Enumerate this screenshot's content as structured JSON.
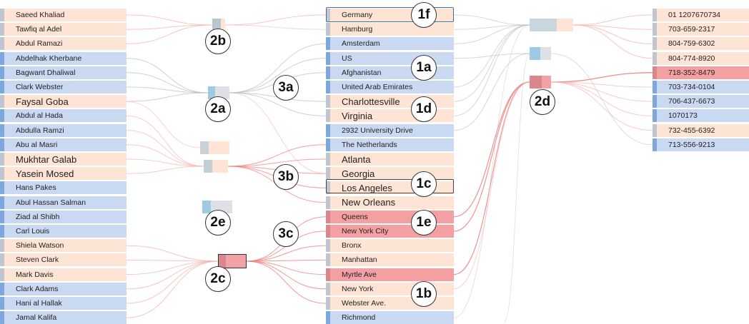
{
  "people": [
    {
      "name": "Saeed Khaliad",
      "color": "orange",
      "marker": "gray",
      "size": "s"
    },
    {
      "name": "Tawfiq al Adel",
      "color": "orange",
      "marker": "gray",
      "size": "s"
    },
    {
      "name": "Abdul Ramazi",
      "color": "orange",
      "marker": "gray",
      "size": "s"
    },
    {
      "name": "Abdelhak Kherbane",
      "color": "blue",
      "marker": "blue",
      "size": "s"
    },
    {
      "name": "Bagwant Dhaliwal",
      "color": "blue",
      "marker": "blue",
      "size": "s"
    },
    {
      "name": "Clark Webster",
      "color": "blue",
      "marker": "blue",
      "size": "s"
    },
    {
      "name": "Faysal Goba",
      "color": "orange",
      "marker": "gray",
      "size": "l"
    },
    {
      "name": "Abdul al Hada",
      "color": "blue",
      "marker": "blue",
      "size": "s"
    },
    {
      "name": "Abdulla Ramzi",
      "color": "blue",
      "marker": "blue",
      "size": "s"
    },
    {
      "name": "Abu al Masri",
      "color": "blue",
      "marker": "blue",
      "size": "s"
    },
    {
      "name": "Mukhtar Galab",
      "color": "orange",
      "marker": "gray",
      "size": "l"
    },
    {
      "name": "Yasein Mosed",
      "color": "orange",
      "marker": "gray",
      "size": "l"
    },
    {
      "name": "Hans Pakes",
      "color": "blue",
      "marker": "blue",
      "size": "s"
    },
    {
      "name": "Abul Hassan Salman",
      "color": "blue",
      "marker": "blue",
      "size": "s"
    },
    {
      "name": "Ziad al Shibh",
      "color": "blue",
      "marker": "blue",
      "size": "s"
    },
    {
      "name": "Carl Louis",
      "color": "blue",
      "marker": "blue",
      "size": "s"
    },
    {
      "name": "Shiela Watson",
      "color": "orange",
      "marker": "gray",
      "size": "s"
    },
    {
      "name": "Steven Clark",
      "color": "orange",
      "marker": "gray",
      "size": "s"
    },
    {
      "name": "Mark Davis",
      "color": "orange",
      "marker": "gray",
      "size": "s"
    },
    {
      "name": "Clark Adams",
      "color": "blue",
      "marker": "blue",
      "size": "s"
    },
    {
      "name": "Hani al Hallak",
      "color": "blue",
      "marker": "blue",
      "size": "s"
    },
    {
      "name": "Jamal Kalifa",
      "color": "blue",
      "marker": "blue",
      "size": "s"
    }
  ],
  "places": [
    {
      "name": "Germany",
      "color": "orange",
      "marker": "gray",
      "size": "s"
    },
    {
      "name": "Hamburg",
      "color": "orange",
      "marker": "gray",
      "size": "s"
    },
    {
      "name": "Amsterdam",
      "color": "blue",
      "marker": "blue",
      "size": "s"
    },
    {
      "name": "US",
      "color": "blue",
      "marker": "blue",
      "size": "s"
    },
    {
      "name": "Afghanistan",
      "color": "blue",
      "marker": "blue",
      "size": "s"
    },
    {
      "name": "United Arab Emirates",
      "color": "blue",
      "marker": "blue",
      "size": "s"
    },
    {
      "name": "Charlottesville",
      "color": "orange",
      "marker": "gray",
      "size": "l"
    },
    {
      "name": "Virginia",
      "color": "orange",
      "marker": "gray",
      "size": "l"
    },
    {
      "name": "2932 University Drive",
      "color": "blue",
      "marker": "blue",
      "size": "s"
    },
    {
      "name": "The Netherlands",
      "color": "blue",
      "marker": "blue",
      "size": "s"
    },
    {
      "name": "Atlanta",
      "color": "orange",
      "marker": "gray",
      "size": "l"
    },
    {
      "name": "Georgia",
      "color": "orange",
      "marker": "gray",
      "size": "l"
    },
    {
      "name": "Los Angeles",
      "color": "orange",
      "marker": "gray",
      "size": "l"
    },
    {
      "name": "New Orleans",
      "color": "orange",
      "marker": "gray",
      "size": "l"
    },
    {
      "name": "Queens",
      "color": "red",
      "marker": "red",
      "size": "s"
    },
    {
      "name": "New York City",
      "color": "red",
      "marker": "red",
      "size": "s"
    },
    {
      "name": "Bronx",
      "color": "orange",
      "marker": "gray",
      "size": "s"
    },
    {
      "name": "Manhattan",
      "color": "orange",
      "marker": "gray",
      "size": "s"
    },
    {
      "name": "Myrtle Ave",
      "color": "red",
      "marker": "red",
      "size": "s"
    },
    {
      "name": "New York",
      "color": "orange",
      "marker": "gray",
      "size": "s"
    },
    {
      "name": "Webster Ave.",
      "color": "orange",
      "marker": "gray",
      "size": "s"
    },
    {
      "name": "Richmond",
      "color": "blue",
      "marker": "blue",
      "size": "s"
    }
  ],
  "phones": [
    {
      "name": "01 1207670734",
      "color": "orange",
      "marker": "gray",
      "size": "s"
    },
    {
      "name": "703-659-2317",
      "color": "orange",
      "marker": "gray",
      "size": "s"
    },
    {
      "name": "804-759-6302",
      "color": "orange",
      "marker": "gray",
      "size": "s"
    },
    {
      "name": "804-774-8920",
      "color": "orange",
      "marker": "gray",
      "size": "s"
    },
    {
      "name": "718-352-8479",
      "color": "red",
      "marker": "red",
      "size": "s"
    },
    {
      "name": "703-734-0104",
      "color": "blue",
      "marker": "blue",
      "size": "s"
    },
    {
      "name": "706-437-6673",
      "color": "blue",
      "marker": "blue",
      "size": "s"
    },
    {
      "name": "1070173",
      "color": "blue",
      "marker": "blue",
      "size": "s"
    },
    {
      "name": "732-455-6392",
      "color": "orange",
      "marker": "gray",
      "size": "s"
    },
    {
      "name": "713-556-9213",
      "color": "blue",
      "marker": "blue",
      "size": "s"
    }
  ],
  "annotations": {
    "a1f": "1f",
    "a1a": "1a",
    "a1d": "1d",
    "a1c": "1c",
    "a1e": "1e",
    "a1b": "1b",
    "a2b": "2b",
    "a2a": "2a",
    "a2e": "2e",
    "a2c": "2c",
    "a2d": "2d",
    "a3a": "3a",
    "a3b": "3b",
    "a3c": "3c"
  },
  "colors": {
    "orange": "#fde4d4",
    "blue": "#c9d9f2",
    "red": "#f4a0a2",
    "link_gray": "#b9bcc2",
    "link_red": "#ef8080",
    "link_light_red": "#f6b5b5"
  }
}
